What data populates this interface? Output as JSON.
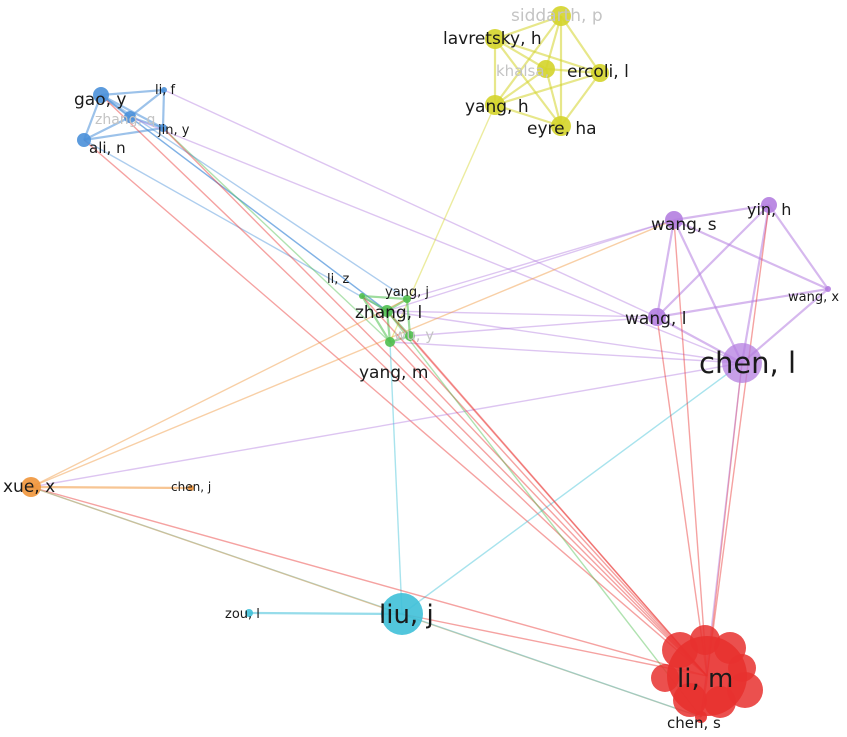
{
  "clusters": {
    "blue": {
      "color": "#4a90d9"
    },
    "yellow": {
      "color": "#d4d42a"
    },
    "purple": {
      "color": "#b47ee0"
    },
    "green": {
      "color": "#4fbf4f"
    },
    "orange": {
      "color": "#f0953a"
    },
    "cyan": {
      "color": "#3fc0d8"
    },
    "red": {
      "color": "#e8312f"
    }
  },
  "nodes": [
    {
      "id": "gao_y",
      "label": "gao, y",
      "cluster": "blue"
    },
    {
      "id": "li_f",
      "label": "li, f",
      "cluster": "blue"
    },
    {
      "id": "zhang_q",
      "label": "zhang, q",
      "cluster": "blue",
      "faint": true
    },
    {
      "id": "jin_y",
      "label": "jin, y",
      "cluster": "blue"
    },
    {
      "id": "ali_n",
      "label": "ali, n",
      "cluster": "blue"
    },
    {
      "id": "siddarth_p",
      "label": "siddarth, p",
      "cluster": "yellow",
      "faint": true
    },
    {
      "id": "lavretsky_h",
      "label": "lavretsky, h",
      "cluster": "yellow"
    },
    {
      "id": "khalsa",
      "label": "khalsa, ",
      "cluster": "yellow",
      "faint": true
    },
    {
      "id": "ercoli_l",
      "label": "ercoli, l",
      "cluster": "yellow"
    },
    {
      "id": "yang_h",
      "label": "yang, h",
      "cluster": "yellow"
    },
    {
      "id": "eyre_ha",
      "label": "eyre, ha",
      "cluster": "yellow"
    },
    {
      "id": "wang_s",
      "label": "wang, s",
      "cluster": "purple"
    },
    {
      "id": "yin_h",
      "label": "yin, h",
      "cluster": "purple"
    },
    {
      "id": "wang_x",
      "label": "wang, x",
      "cluster": "purple"
    },
    {
      "id": "wang_l",
      "label": "wang, l",
      "cluster": "purple"
    },
    {
      "id": "chen_l",
      "label": "chen, l",
      "cluster": "purple"
    },
    {
      "id": "li_z",
      "label": "li, z",
      "cluster": "green"
    },
    {
      "id": "yang_j",
      "label": "yang, j",
      "cluster": "green"
    },
    {
      "id": "zhang_l",
      "label": "zhang, l",
      "cluster": "green"
    },
    {
      "id": "wu_y",
      "label": "wu, y",
      "cluster": "green",
      "faint": true
    },
    {
      "id": "yang_m",
      "label": "yang, m",
      "cluster": "green"
    },
    {
      "id": "xue_x",
      "label": "xue, x",
      "cluster": "orange"
    },
    {
      "id": "chen_j",
      "label": "chen, j",
      "cluster": "orange"
    },
    {
      "id": "zou_l",
      "label": "zou, l",
      "cluster": "cyan"
    },
    {
      "id": "liu_j",
      "label": "liu, j",
      "cluster": "cyan"
    },
    {
      "id": "li_m",
      "label": "li, m",
      "cluster": "red"
    },
    {
      "id": "chen_s",
      "label": "chen, s",
      "cluster": "red"
    }
  ],
  "links": [
    [
      "gao_y",
      "li_f"
    ],
    [
      "gao_y",
      "zhang_q"
    ],
    [
      "gao_y",
      "jin_y"
    ],
    [
      "gao_y",
      "ali_n"
    ],
    [
      "li_f",
      "zhang_q"
    ],
    [
      "li_f",
      "jin_y"
    ],
    [
      "zhang_q",
      "ali_n"
    ],
    [
      "zhang_q",
      "jin_y"
    ],
    [
      "ali_n",
      "jin_y"
    ],
    [
      "gao_y",
      "zhang_l"
    ],
    [
      "zhang_q",
      "zhang_l"
    ],
    [
      "ali_n",
      "zhang_l"
    ],
    [
      "jin_y",
      "yang_m"
    ],
    [
      "gao_y",
      "yang_j"
    ],
    [
      "li_f",
      "wang_l"
    ],
    [
      "zhang_q",
      "chen_l"
    ],
    [
      "ali_n",
      "li_m"
    ],
    [
      "jin_y",
      "li_m"
    ],
    [
      "gao_y",
      "li_m"
    ],
    [
      "siddarth_p",
      "lavretsky_h"
    ],
    [
      "siddarth_p",
      "khalsa"
    ],
    [
      "siddarth_p",
      "ercoli_l"
    ],
    [
      "siddarth_p",
      "yang_h"
    ],
    [
      "siddarth_p",
      "eyre_ha"
    ],
    [
      "lavretsky_h",
      "khalsa"
    ],
    [
      "lavretsky_h",
      "ercoli_l"
    ],
    [
      "lavretsky_h",
      "yang_h"
    ],
    [
      "lavretsky_h",
      "eyre_ha"
    ],
    [
      "khalsa",
      "ercoli_l"
    ],
    [
      "khalsa",
      "yang_h"
    ],
    [
      "khalsa",
      "eyre_ha"
    ],
    [
      "ercoli_l",
      "yang_h"
    ],
    [
      "ercoli_l",
      "eyre_ha"
    ],
    [
      "yang_h",
      "eyre_ha"
    ],
    [
      "yang_h",
      "yang_m"
    ],
    [
      "wang_s",
      "yin_h"
    ],
    [
      "wang_s",
      "wang_l"
    ],
    [
      "wang_s",
      "chen_l"
    ],
    [
      "yin_h",
      "wang_l"
    ],
    [
      "yin_h",
      "chen_l"
    ],
    [
      "yin_h",
      "wang_x"
    ],
    [
      "wang_x",
      "chen_l"
    ],
    [
      "wang_s",
      "wang_x"
    ],
    [
      "wang_l",
      "chen_l"
    ],
    [
      "wang_x",
      "wang_l"
    ],
    [
      "wang_s",
      "zhang_l"
    ],
    [
      "wang_s",
      "yang_j"
    ],
    [
      "wang_l",
      "zhang_l"
    ],
    [
      "wang_l",
      "wu_y"
    ],
    [
      "chen_l",
      "zhang_l"
    ],
    [
      "chen_l",
      "yang_m"
    ],
    [
      "chen_l",
      "xue_x"
    ],
    [
      "chen_l",
      "liu_j"
    ],
    [
      "wang_s",
      "xue_x"
    ],
    [
      "yin_h",
      "li_m"
    ],
    [
      "wang_s",
      "li_m"
    ],
    [
      "wang_l",
      "li_m"
    ],
    [
      "chen_l",
      "li_m"
    ],
    [
      "chen_l",
      "chen_s"
    ],
    [
      "li_z",
      "zhang_l"
    ],
    [
      "li_z",
      "yang_j"
    ],
    [
      "zhang_l",
      "yang_j"
    ],
    [
      "zhang_l",
      "wu_y"
    ],
    [
      "zhang_l",
      "yang_m"
    ],
    [
      "wu_y",
      "yang_m"
    ],
    [
      "yang_j",
      "wu_y"
    ],
    [
      "li_z",
      "yang_m"
    ],
    [
      "yang_m",
      "liu_j"
    ],
    [
      "zhang_l",
      "li_m"
    ],
    [
      "yang_m",
      "li_m"
    ],
    [
      "wu_y",
      "li_m"
    ],
    [
      "li_z",
      "li_m"
    ],
    [
      "yang_j",
      "xue_x"
    ],
    [
      "zhang_l",
      "chen_s"
    ],
    [
      "xue_x",
      "chen_j"
    ],
    [
      "xue_x",
      "li_m"
    ],
    [
      "xue_x",
      "liu_j"
    ],
    [
      "xue_x",
      "chen_s"
    ],
    [
      "zou_l",
      "liu_j"
    ],
    [
      "liu_j",
      "li_m"
    ],
    [
      "liu_j",
      "chen_s"
    ],
    [
      "li_m",
      "chen_s"
    ]
  ]
}
